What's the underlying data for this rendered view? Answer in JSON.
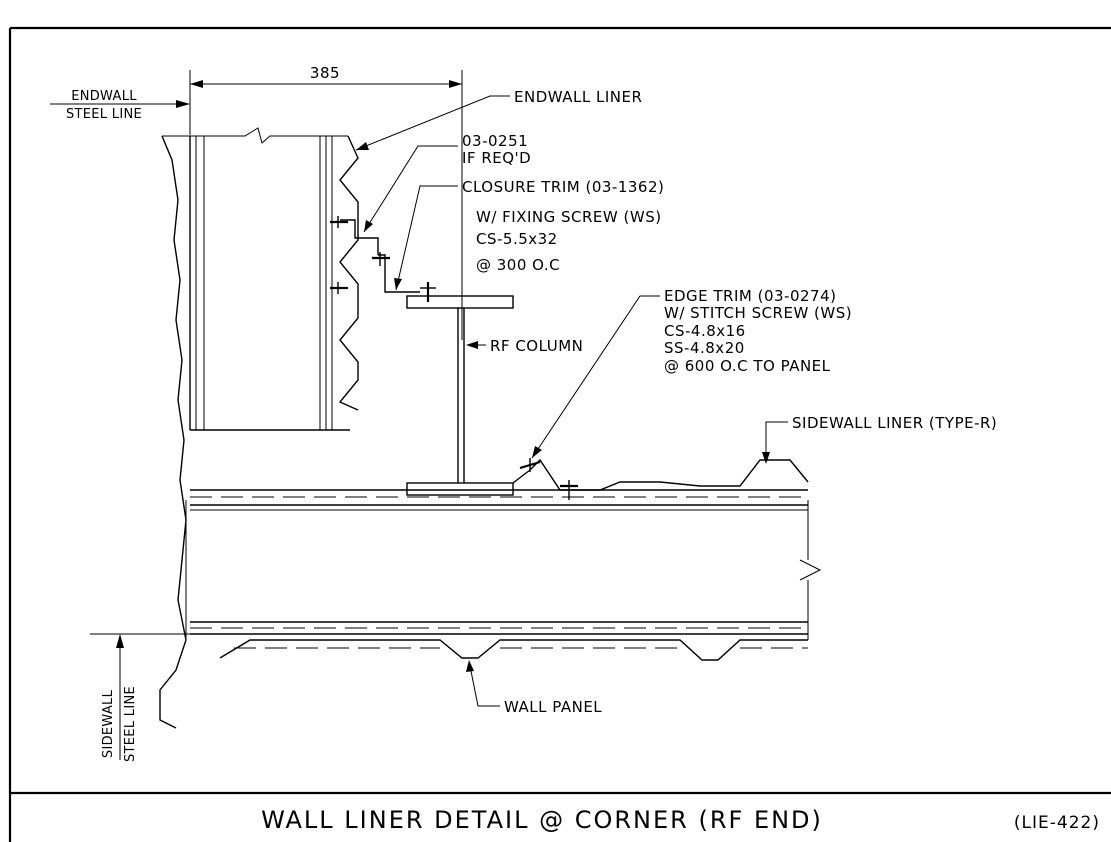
{
  "drawing": {
    "dimension": "385",
    "labels": {
      "endwall_steel_line_1": "ENDWALL",
      "endwall_steel_line_2": "STEEL LINE",
      "sidewall_steel_line_1": "SIDEWALL",
      "sidewall_steel_line_2": "STEEL LINE",
      "endwall_liner": "ENDWALL LINER",
      "trim_0251_1": "03-0251",
      "trim_0251_2": "IF REQ'D",
      "closure_1": "CLOSURE TRIM (03-1362)",
      "closure_2": "W/ FIXING SCREW (WS)",
      "closure_3": "CS-5.5x32",
      "closure_4": "@ 300 O.C",
      "rf_column": "RF COLUMN",
      "edge_1": "EDGE TRIM (03-0274)",
      "edge_2": "W/ STITCH SCREW (WS)",
      "edge_3": "CS-4.8x16",
      "edge_4": "SS-4.8x20",
      "edge_5": "@ 600 O.C TO PANEL",
      "sidewall_liner": "SIDEWALL LINER (TYPE-R)",
      "wall_panel": "WALL PANEL"
    },
    "title": "WALL LINER DETAIL @ CORNER (RF END)",
    "reference": "(LIE-422)"
  }
}
